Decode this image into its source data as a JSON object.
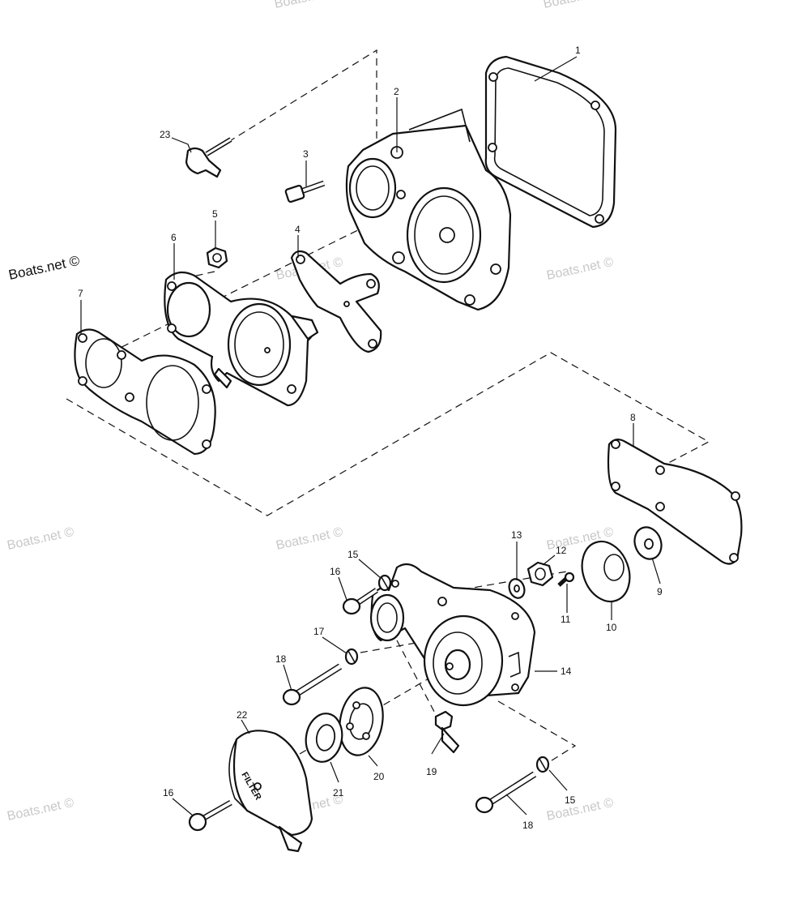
{
  "watermark": {
    "text": "Boats.net ©",
    "prominent_text": "Boats.net ©"
  },
  "callouts": [
    {
      "id": "1",
      "label": "1"
    },
    {
      "id": "2",
      "label": "2"
    },
    {
      "id": "3",
      "label": "3"
    },
    {
      "id": "4",
      "label": "4"
    },
    {
      "id": "5",
      "label": "5"
    },
    {
      "id": "6",
      "label": "6"
    },
    {
      "id": "7",
      "label": "7"
    },
    {
      "id": "8",
      "label": "8"
    },
    {
      "id": "9",
      "label": "9"
    },
    {
      "id": "10",
      "label": "10"
    },
    {
      "id": "11",
      "label": "11"
    },
    {
      "id": "12",
      "label": "12"
    },
    {
      "id": "13",
      "label": "13"
    },
    {
      "id": "14",
      "label": "14"
    },
    {
      "id": "15a",
      "label": "15"
    },
    {
      "id": "15b",
      "label": "15"
    },
    {
      "id": "16a",
      "label": "16"
    },
    {
      "id": "16b",
      "label": "16"
    },
    {
      "id": "17",
      "label": "17"
    },
    {
      "id": "18a",
      "label": "18"
    },
    {
      "id": "18b",
      "label": "18"
    },
    {
      "id": "19",
      "label": "19"
    },
    {
      "id": "20",
      "label": "20"
    },
    {
      "id": "21",
      "label": "21"
    },
    {
      "id": "22",
      "label": "22"
    },
    {
      "id": "23",
      "label": "23"
    }
  ],
  "filter_lettering": "FILTER"
}
